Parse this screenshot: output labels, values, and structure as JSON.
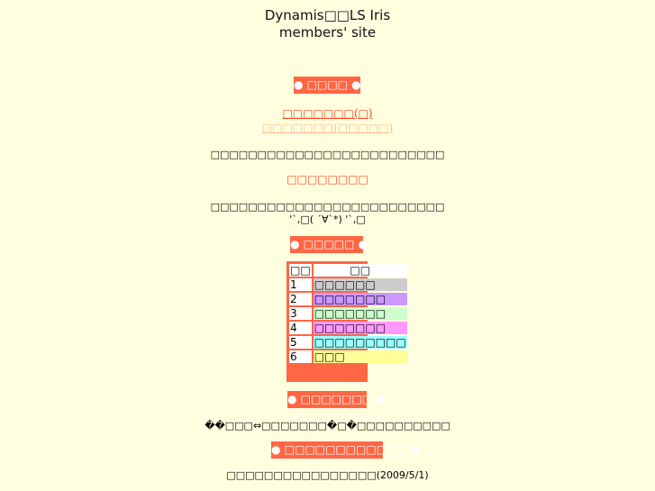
{
  "site": {
    "title_line1": "Dynamis□□LS Iris",
    "title_line2": "members' site"
  },
  "section_news": {
    "banner": "● □□□□ ●",
    "link1": "□□□□□□□(□)",
    "link2": "□□□□□□□(□□□□□)",
    "text1": "□□□□□□□□□□□□□□□□□□□□□□□□□",
    "red_text": "□□□□□□□□",
    "text2": "□□□□□□□□□□□□□□□□□□□□□□□□□",
    "emoticon": "'`,□( ´∀`*) '`,□"
  },
  "section_members": {
    "banner": "● □□□□□ ●",
    "col_num": "□□",
    "col_name": "□□",
    "rows": [
      {
        "num": "1",
        "name": "□□□□□□",
        "color": "#cccccc"
      },
      {
        "num": "2",
        "name": "□□□□□□□",
        "color": "#cc99ff"
      },
      {
        "num": "3",
        "name": "□□□□□□□",
        "color": "#ccffcc"
      },
      {
        "num": "4",
        "name": "□□□□□□□",
        "color": "#ff99ff"
      },
      {
        "num": "5",
        "name": "□□□□□□□□□",
        "color": "#99ffff"
      },
      {
        "num": "6",
        "name": "□□□",
        "color": "#ffff99"
      }
    ]
  },
  "section_links": {
    "banner": "● □□□□□□□ ●",
    "text": "��□□□⇔□□□□□□□�□�□□□□□□□□□□"
  },
  "section_update": {
    "banner": "● □□□□□□□□□□□□ ●",
    "text": "□□□□□□□□□□□□□□□□(2009/5/1)"
  }
}
